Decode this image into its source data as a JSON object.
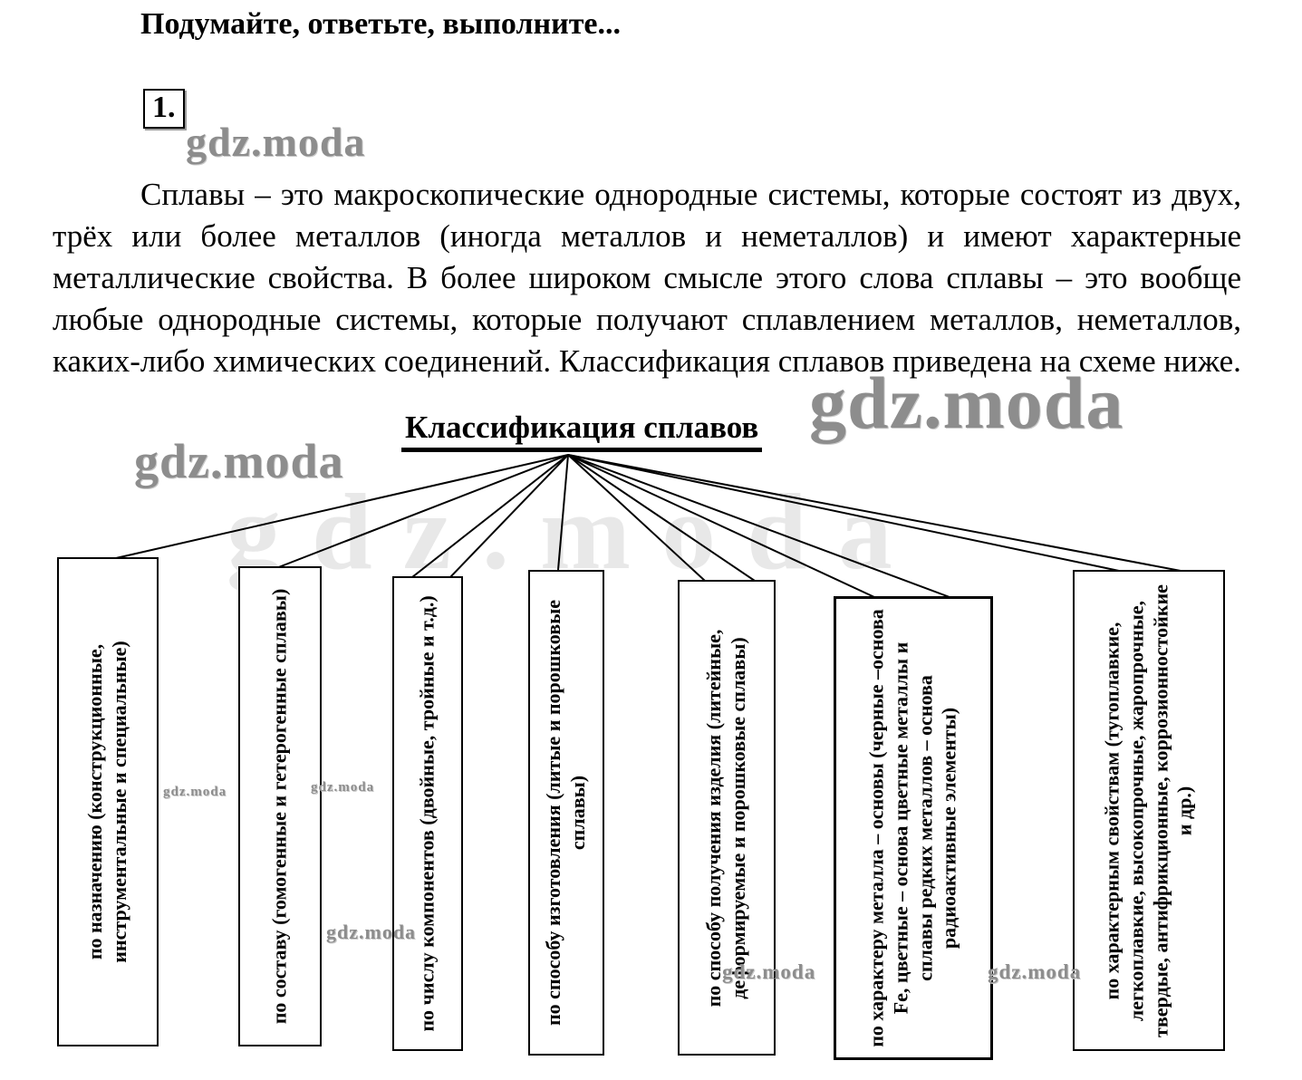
{
  "watermark": "gdz.moda",
  "header": {
    "title": "Подумайте, ответьте, выполните...",
    "task_number": "1."
  },
  "intro": {
    "paragraph": "Сплавы – это макроскопические однородные системы, которые состоят из двух, трёх или более металлов (иногда металлов и неметаллов) и имеют характерные металлические свойства. В более широком смысле этого слова сплавы – это вообще любые однородные системы, которые получают сплавлением металлов, неметаллов, каких-либо химических соединений. Классификация сплавов приведена на схеме ниже."
  },
  "diagram": {
    "title": "Классификация сплавов",
    "boxes": [
      {
        "label": "по назначению (конструкционные, инструментальные и специальные)"
      },
      {
        "label": "по составу (гомогенные и гетерогенные сплавы)"
      },
      {
        "label": "по числу компонентов (двойные, тройные и т.д.)"
      },
      {
        "label": "по способу изготовления (литые и порошковые сплавы)"
      },
      {
        "label": "по способу получения изделия (литейные, деформируемые и порошковые сплавы)"
      },
      {
        "label": "по характеру металла – основы (черные –основа Fe, цветные – основа цветные металлы и сплавы редких металлов – основа радиоактивные элементы)"
      },
      {
        "label": "по характерным свойствам (тугоплавкие, легкоплавкие, высокопрочные, жаропрочные, твердые, антифрикционные, коррозионностойкие и др.)"
      }
    ]
  }
}
